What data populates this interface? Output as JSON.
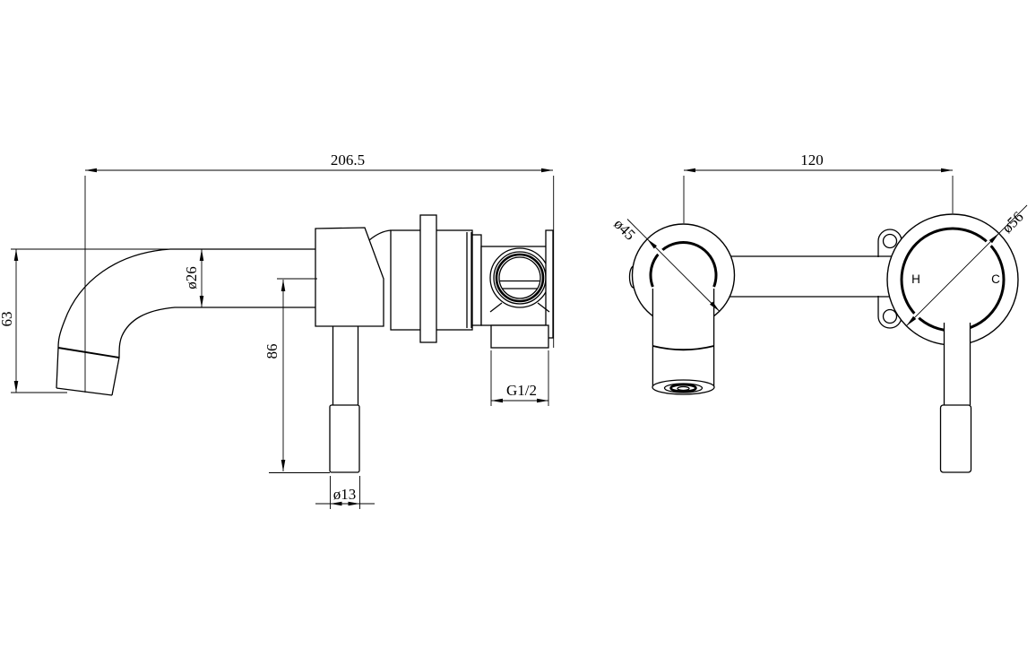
{
  "drawing": {
    "background": "#ffffff",
    "line_color": "#000000",
    "description": "wall-mounted basin mixer tap - dimensioned side view and front view",
    "dims": {
      "overall_length": "206.5",
      "hole_centers": "120",
      "spout_height": "63",
      "spout_diameter": "ø26",
      "handle_length": "86",
      "handle_diameter": "ø13",
      "inlet_thread": "G1/2",
      "spout_flange_diameter": "ø45",
      "valve_flange_diameter": "ø56",
      "hot_marker": "H",
      "cold_marker": "C"
    }
  }
}
